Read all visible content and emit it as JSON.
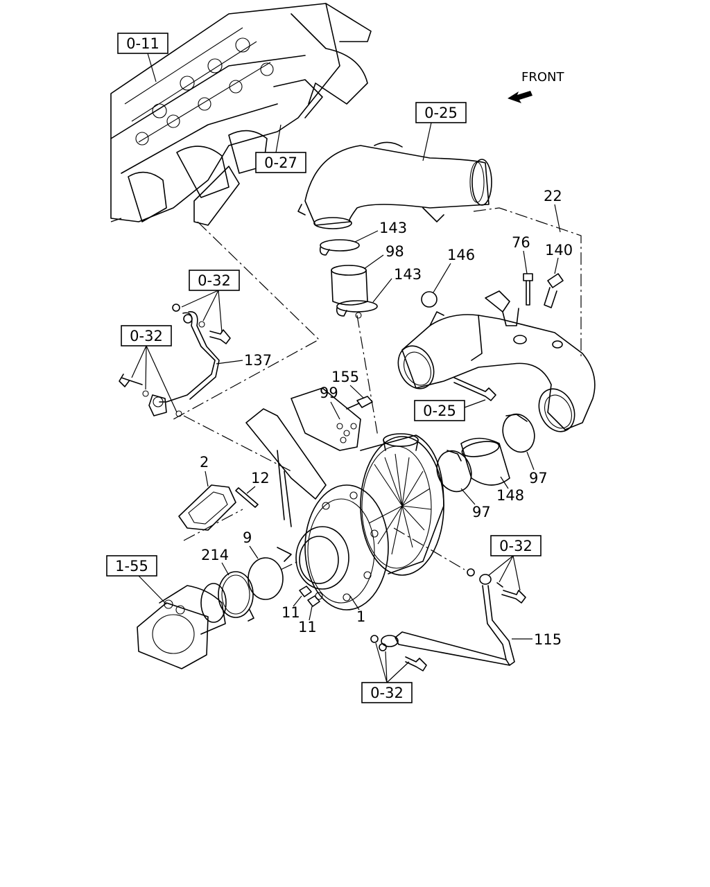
{
  "front_label": "FRONT",
  "ref_boxes": {
    "cylinder_head": "0-11",
    "exhaust_manifold": "0-27",
    "intake_pipe": "0-25",
    "pipe_clamp": "0-25",
    "oil_feed_upper_1": "0-32",
    "oil_feed_upper_2": "0-32",
    "oil_return_1": "0-32",
    "oil_return_2": "0-32",
    "exhaust_adapter": "1-55"
  },
  "part_numbers": {
    "p22": "22",
    "p76": "76",
    "p140": "140",
    "p146": "146",
    "p143a": "143",
    "p98": "98",
    "p143b": "143",
    "p137": "137",
    "p155": "155",
    "p99": "99",
    "p2": "2",
    "p12": "12",
    "p9": "9",
    "p214": "214",
    "p11a": "11",
    "p11b": "11",
    "p1": "1",
    "p97a": "97",
    "p148": "148",
    "p97b": "97",
    "p115": "115"
  }
}
